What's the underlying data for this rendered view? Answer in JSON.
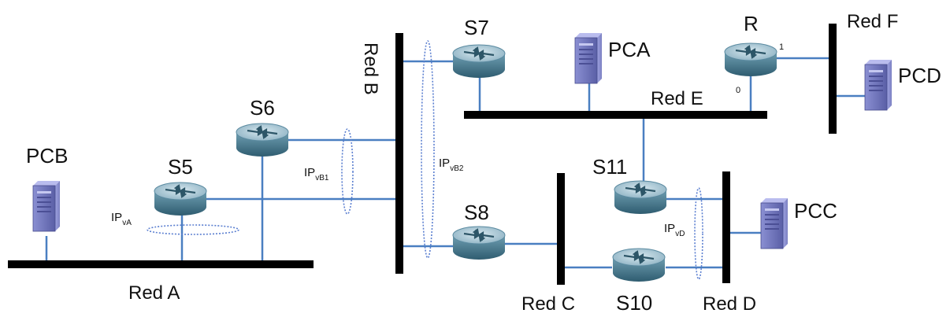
{
  "networks": {
    "a": "Red A",
    "b": "Red B",
    "c": "Red C",
    "d": "Red D",
    "e": "Red E",
    "f": "Red F"
  },
  "routers": {
    "s5": "S5",
    "s6": "S6",
    "s7": "S7",
    "s8": "S8",
    "s10": "S10",
    "s11": "S11",
    "r": "R"
  },
  "pcs": {
    "pca": "PCA",
    "pcb": "PCB",
    "pcc": "PCC",
    "pcd": "PCD"
  },
  "virtual_ips": {
    "prefix": "IP",
    "va": "vA",
    "vb1": "vB1",
    "vb2": "vB2",
    "vd": "vD"
  },
  "ports": {
    "r_port0": "0",
    "r_port1": "1"
  },
  "colors": {
    "link": "#4a7fc1",
    "bus": "#000000",
    "vip_ellipse": "#5b7fd0",
    "router_top": "#a8c8d8",
    "router_side": "#4f8296",
    "pc_body": "#6f74b8"
  }
}
